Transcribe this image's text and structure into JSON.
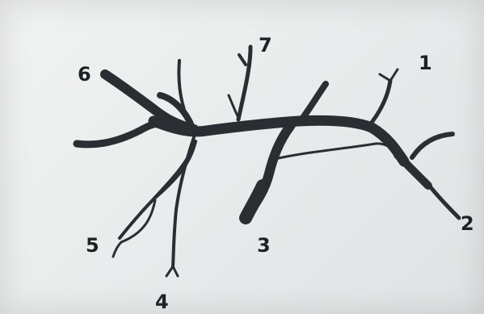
{
  "diagram": {
    "ink_color": "#2b2d33",
    "paper_color": "#eef0ef",
    "labels": {
      "l1": "1",
      "l2": "2",
      "l3": "3",
      "l4": "4",
      "l5": "5",
      "l6": "6",
      "l7": "7"
    }
  }
}
